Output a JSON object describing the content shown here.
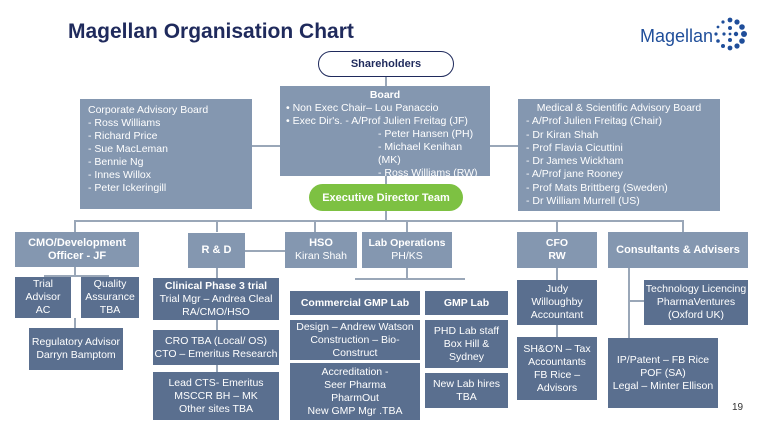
{
  "title": "Magellan Organisation Chart",
  "logo": {
    "text": "Magellan",
    "accent": "#1f4e9a"
  },
  "shareholders": "Shareholders",
  "board": {
    "title": "Board",
    "lines": [
      "•   Non Exec Chair– Lou Panaccio",
      "•   Exec Dir's. - A/Prof Julien Freitag (JF)",
      "- Peter Hansen (PH)",
      "- Michael Kenihan (MK)",
      "- Ross Williams (RW)"
    ]
  },
  "corporate_board": {
    "title": "Corporate Advisory Board",
    "members": [
      "-    Ross Williams",
      "-    Richard Price",
      "-    Sue MacLeman",
      "-    Bennie Ng",
      "-    Innes Willox",
      "-    Peter Ickeringill"
    ]
  },
  "medical_board": {
    "title": "Medical & Scientific Advisory Board",
    "members": [
      "-    A/Prof Julien Freitag (Chair)",
      "-    Dr Kiran Shah",
      "-    Prof Flavia Cicuttini",
      "-    Dr James Wickham",
      "-    A/Prof jane Rooney",
      "-    Prof Mats Brittberg (Sweden)",
      "-    Dr William Murrell (US)"
    ]
  },
  "executive_team": "Executive Director Team",
  "cmo": {
    "title": "CMO/Development Officer",
    "suffix": " - JF"
  },
  "trial_advisor": {
    "l1": "Trial Advisor",
    "l2": "AC"
  },
  "quality": {
    "l1": "Quality Assurance",
    "l2": "TBA"
  },
  "regulatory": {
    "l1": "Regulatory Advisor",
    "l2": "Darryn Bamptom"
  },
  "rd": "R & D",
  "clinical": {
    "title": "Clinical Phase 3 trial",
    "l1": "Trial Mgr – Andrea Cleal",
    "l2": "RA/CMO/HSO"
  },
  "cro": {
    "l1": "CRO TBA (Local/ OS)",
    "l2": "CTO – Emeritus Research"
  },
  "lead_cts": {
    "l1": "Lead CTS- Emeritus",
    "l2": "MSCCR BH – MK",
    "l3": "Other sites TBA"
  },
  "hso": {
    "title": "HSO",
    "name": "Kiran Shah"
  },
  "lab_ops": {
    "title": "Lab Operations",
    "sub": "PH/KS"
  },
  "commercial_gmp": {
    "title": "Commercial GMP Lab",
    "l1": "Design – Andrew Watson",
    "l2": "Construction – Bio-",
    "l3": "Construct"
  },
  "accreditation": {
    "l1": "Accreditation -",
    "l2": "Seer Pharma",
    "l3": "PharmOut",
    "l4": "New GMP Mgr .TBA"
  },
  "gmp_lab": {
    "title": "GMP Lab",
    "l1": "PHD Lab staff",
    "l2": "Box Hill &",
    "l3": "Sydney"
  },
  "new_lab": {
    "l1": "New Lab hires",
    "l2": "TBA"
  },
  "cfo": {
    "title": "CFO",
    "sub": "RW"
  },
  "accountant": {
    "l1": "Judy",
    "l2": "Willoughby",
    "l3": "Accountant"
  },
  "tax": {
    "l1": "SH&O'N – Tax",
    "l2": "Accountants",
    "l3": "FB Rice –",
    "l4": "Advisors"
  },
  "consultants": "Consultants & Advisers",
  "tech_lic": {
    "l1": "Technology Licencing",
    "l2": "PharmaVentures",
    "l3": "(Oxford UK)"
  },
  "ip": {
    "l1": "IP/Patent – FB Rice",
    "l2": "POF (SA)",
    "l3": "Legal – Minter Ellison"
  },
  "page_number": "19"
}
